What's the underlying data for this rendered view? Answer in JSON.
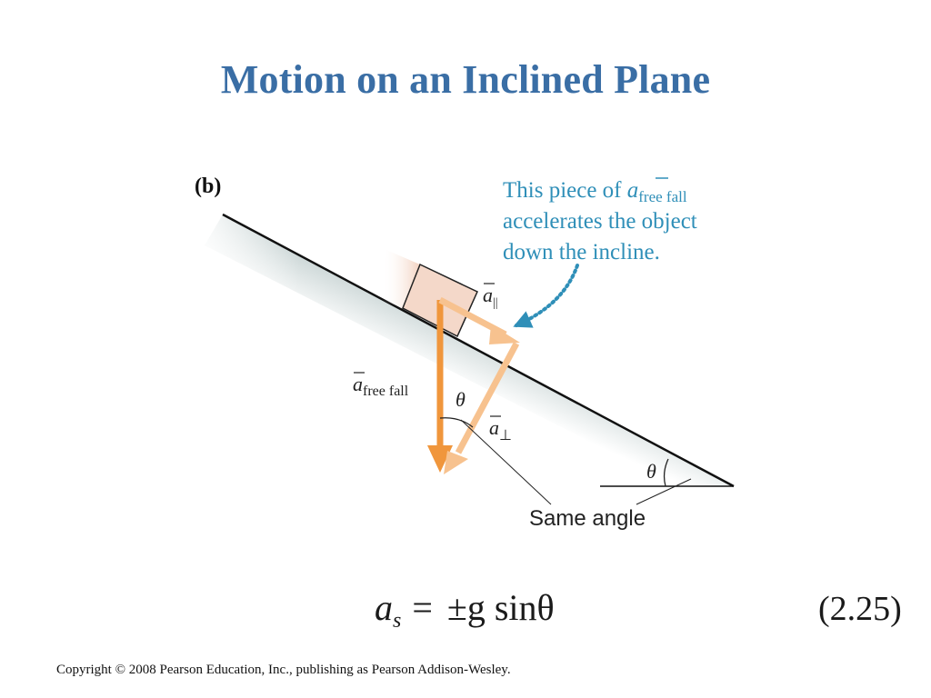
{
  "slide": {
    "title": "Motion on an Inclined Plane",
    "copyright": "Copyright © 2008 Pearson Education, Inc., publishing as Pearson Addison-Wesley."
  },
  "figure": {
    "panel_label": "(b)",
    "callout": {
      "line1_prefix": "This piece of ",
      "vector_symbol": "a",
      "subscript": "free fall",
      "line2": "accelerates the object",
      "line3": "down the incline."
    },
    "labels": {
      "a_parallel_symbol": "a",
      "a_parallel_sub": "||",
      "a_freefall_symbol": "a",
      "a_freefall_sub": "free fall",
      "theta_vertex": "θ",
      "a_perp_symbol": "a",
      "a_perp_sub": "⊥",
      "theta_base": "θ",
      "same_angle": "Same angle"
    }
  },
  "equation": {
    "lhs_symbol": "a",
    "lhs_sub": "s",
    "equals": "=",
    "rhs": "±g sinθ",
    "number": "(2.25)"
  },
  "colors": {
    "title": "#3a6ea5",
    "callout": "#2f8fb8",
    "freefall_arrow": "#f0963c",
    "component_arrow": "#f7c28f",
    "incline_line": "#111111"
  }
}
